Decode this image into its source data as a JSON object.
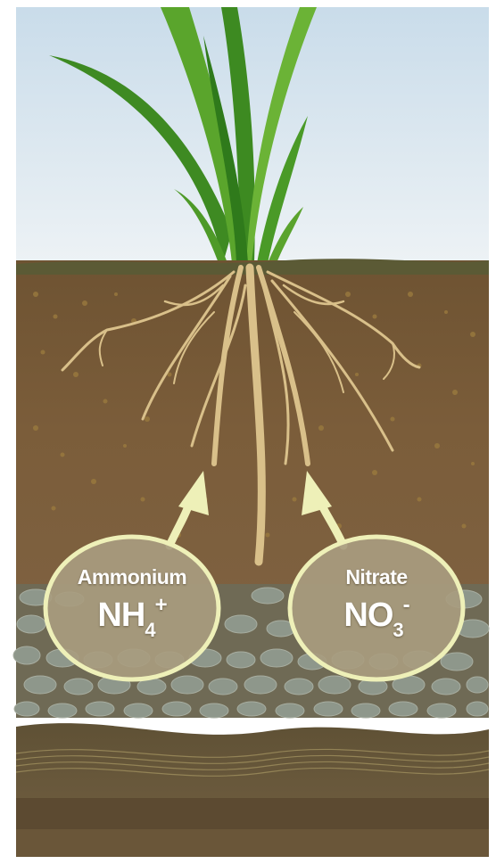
{
  "ions": [
    {
      "name": "Ammonium",
      "formula_main": "NH",
      "formula_sub": "4",
      "formula_charge": "+"
    },
    {
      "name": "Nitrate",
      "formula_main": "NO",
      "formula_sub": "3",
      "formula_charge": "-"
    }
  ],
  "colors": {
    "sky": "#dbe9f1",
    "soil_top": "#6f5533",
    "soil_mid": "#7a5d3a",
    "gravel": "#8d9487",
    "bedrock": "#5a4a33",
    "grass": "#4f9a2a",
    "roots": "#d9c08a",
    "bubble_fill": "#a99c80",
    "bubble_border": "#eef0b8",
    "arrow": "#eef0b8"
  }
}
